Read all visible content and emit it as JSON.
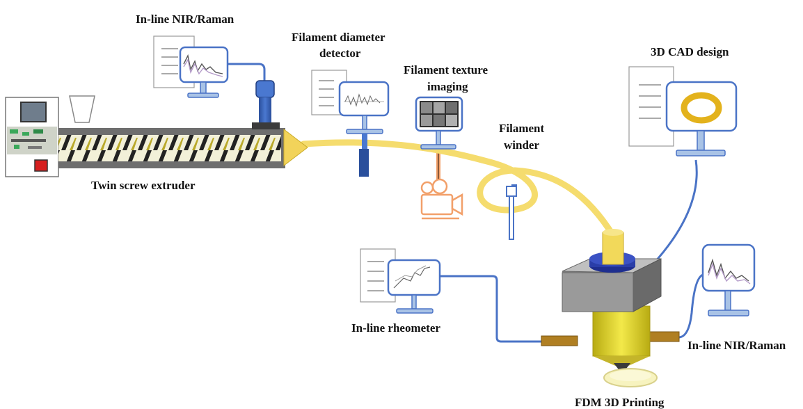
{
  "labels": {
    "nir_top": "In-line NIR/Raman",
    "diameter_l1": "Filament diameter",
    "diameter_l2": "detector",
    "texture_l1": "Filament texture",
    "texture_l2": "imaging",
    "cad": "3D CAD design",
    "winder_l1": "Filament",
    "winder_l2": "winder",
    "extruder": "Twin screw extruder",
    "rheometer": "In-line rheometer",
    "nir_bottom": "In-line NIR/Raman",
    "fdm": "FDM 3D Printing"
  },
  "colors": {
    "filament": "#f5dc6e",
    "cable": "#4a73c6",
    "monitor_border": "#4a73c6",
    "barrel": "#6e6e6e",
    "nozzle": "#e0d233",
    "camera": "#f2a06a"
  },
  "icons": [
    "document-icon",
    "monitor-icon",
    "spectrum-chart-icon",
    "probe-icon",
    "camera-icon",
    "ring-icon",
    "winder-spool-icon",
    "printer-head-icon"
  ]
}
